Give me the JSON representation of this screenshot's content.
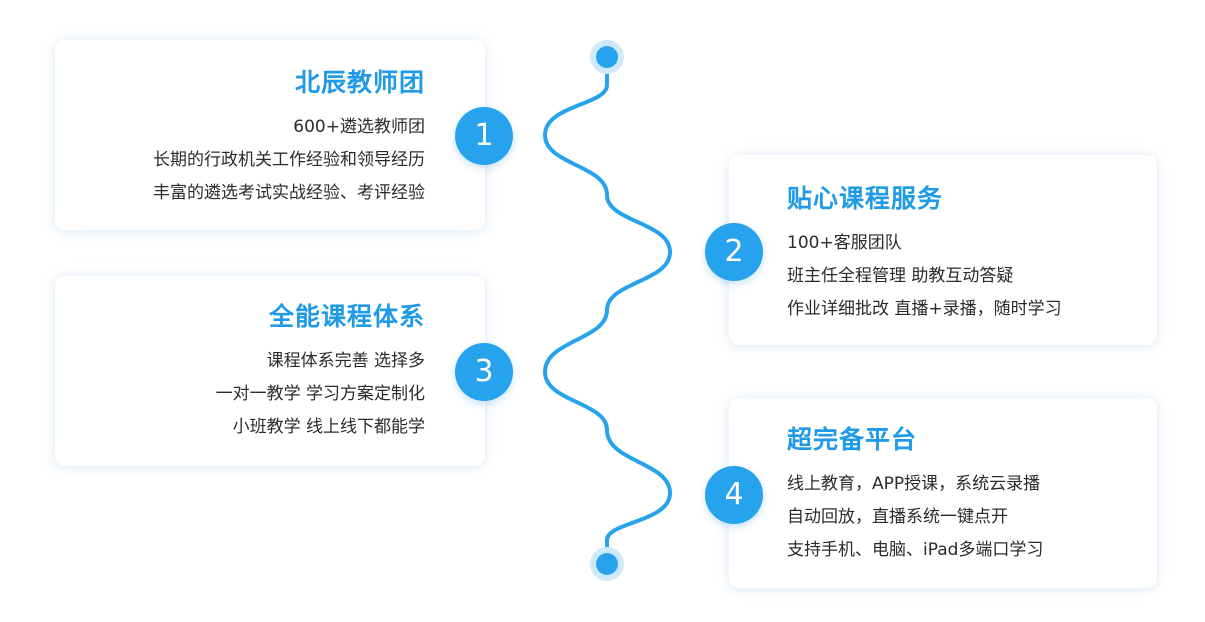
{
  "colors": {
    "accent": "#1f9ae6",
    "circle": "#26a3ec",
    "dot_halo": "#cfe9fb",
    "text": "#2b2b2b",
    "card_bg": "#ffffff"
  },
  "items": [
    {
      "number": "1",
      "title": "北辰教师团",
      "lines": [
        "600+遴选教师团",
        "长期的行政机关工作经验和领导经历",
        "丰富的遴选考试实战经验、考评经验"
      ]
    },
    {
      "number": "2",
      "title": "贴心课程服务",
      "lines": [
        "100+客服团队",
        "班主任全程管理  助教互动答疑",
        "作业详细批改  直播+录播，随时学习"
      ]
    },
    {
      "number": "3",
      "title": "全能课程体系",
      "lines": [
        "课程体系完善 选择多",
        "一对一教学 学习方案定制化",
        "小班教学 线上线下都能学"
      ]
    },
    {
      "number": "4",
      "title": "超完备平台",
      "lines": [
        "线上教育，APP授课，系统云录播",
        "自动回放，直播系统一键点开",
        "支持手机、电脑、iPad多端口学习"
      ]
    }
  ]
}
